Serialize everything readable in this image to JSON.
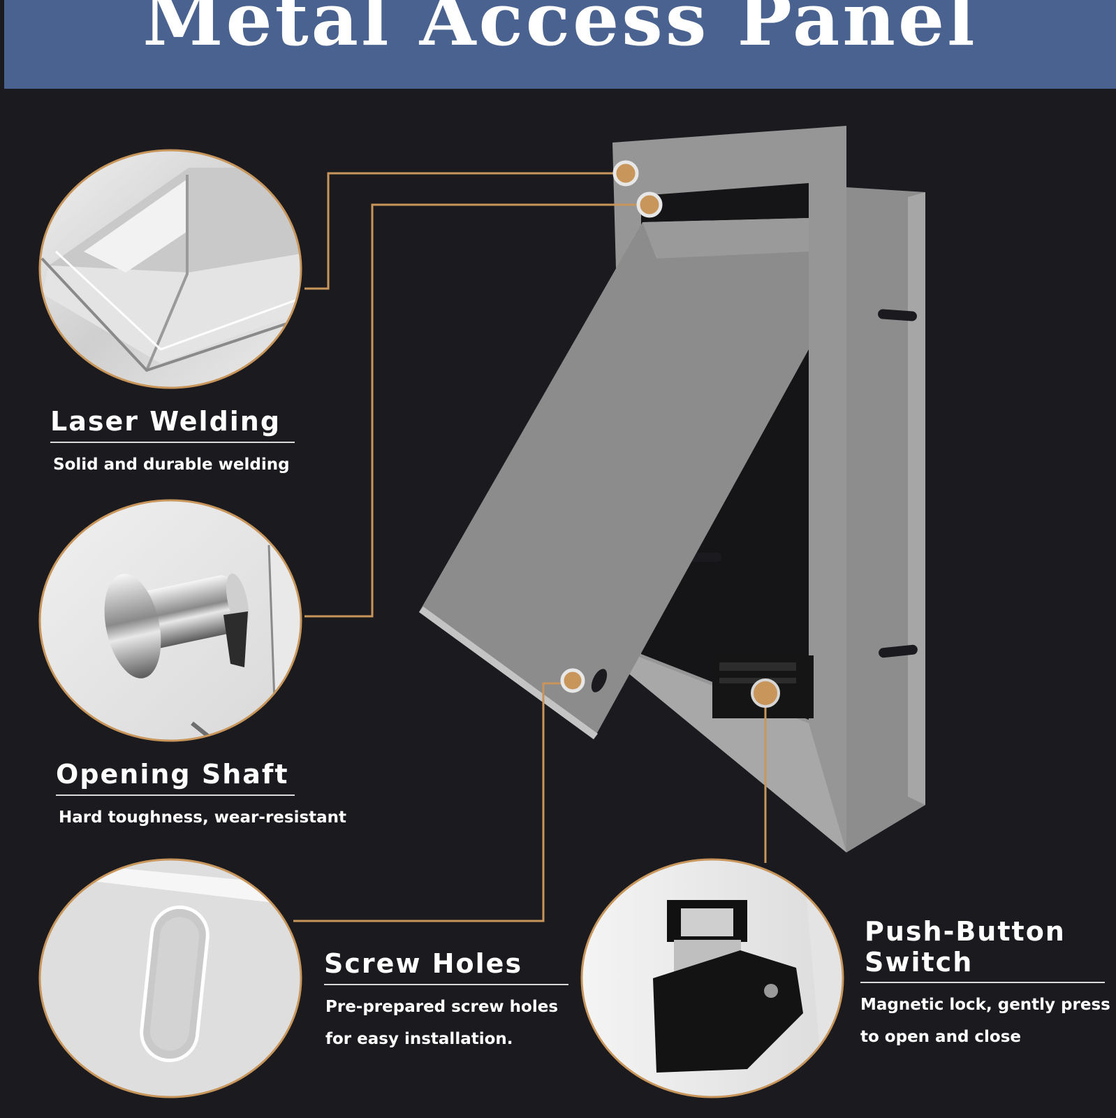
{
  "header": {
    "title": "Metal Access Panel"
  },
  "features": {
    "laser_welding": {
      "title": "Laser Welding",
      "desc": "Solid and durable welding"
    },
    "opening_shaft": {
      "title": "Opening Shaft",
      "desc": "Hard toughness, wear-resistant"
    },
    "screw_holes": {
      "title": "Screw Holes",
      "desc_line1": "Pre-prepared screw holes",
      "desc_line2": "for easy installation."
    },
    "push_button": {
      "title_line1": "Push-Button",
      "title_line2": "Switch",
      "desc_line1": "Magnetic lock, gently press",
      "desc_line2": "to open and close"
    }
  },
  "colors": {
    "header_bg": "#4a6290",
    "background": "#1b1b1f",
    "callout_line": "#c8955a",
    "callout_dot": "#c8955a",
    "panel_grey": "#8e8e8e"
  },
  "icons": [
    "weld-corner-photo",
    "hinge-pin-photo",
    "slot-hole-photo",
    "magnetic-latch-photo"
  ]
}
